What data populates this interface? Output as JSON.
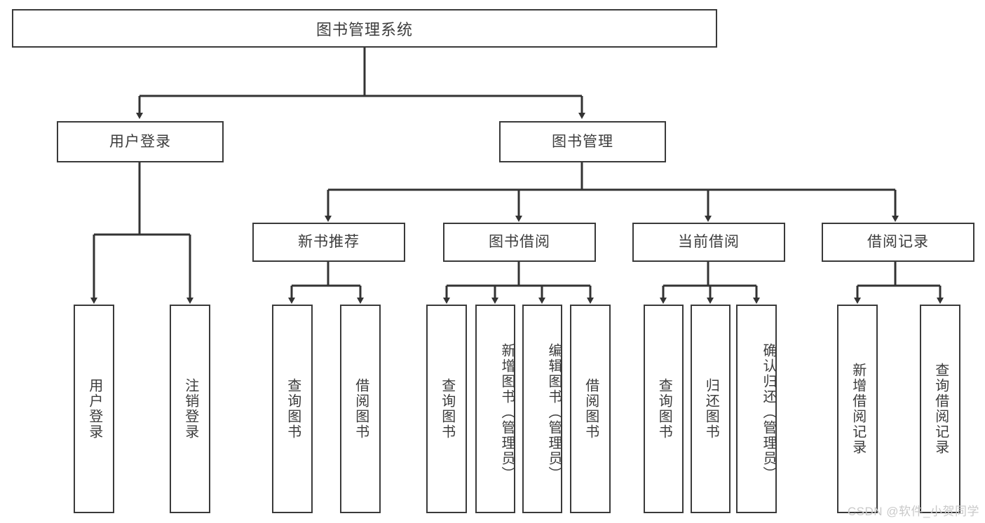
{
  "diagram": {
    "title": "图书管理系统",
    "type": "tree-hierarchy-chart",
    "root": {
      "label": "图书管理系统"
    },
    "level1": [
      {
        "label": "用户登录"
      },
      {
        "label": "图书管理"
      }
    ],
    "level2": [
      {
        "label": "新书推荐"
      },
      {
        "label": "图书借阅"
      },
      {
        "label": "当前借阅"
      },
      {
        "label": "借阅记录"
      }
    ],
    "leaves": {
      "user_login": [
        {
          "label": "用户登录"
        },
        {
          "label": "注销登录"
        }
      ],
      "new_book_recommend": [
        {
          "label": "查询图书"
        },
        {
          "label": "借阅图书"
        }
      ],
      "book_borrow": [
        {
          "label": "查询图书"
        },
        {
          "label": "新增图书（管理员）"
        },
        {
          "label": "编辑图书（管理员）"
        },
        {
          "label": "借阅图书"
        }
      ],
      "current_borrow": [
        {
          "label": "查询图书"
        },
        {
          "label": "归还图书"
        },
        {
          "label": "确认归还（管理员）"
        }
      ],
      "borrow_record": [
        {
          "label": "新增借阅记录"
        },
        {
          "label": "查询借阅记录"
        }
      ]
    },
    "colors": {
      "border": "#3a3a3a",
      "text": "#3c3c3c",
      "background": "#ffffff",
      "edge": "#333333",
      "watermark": "#c9c9c9"
    }
  },
  "watermark": {
    "text": "CSDN @软件_小贺同学"
  }
}
